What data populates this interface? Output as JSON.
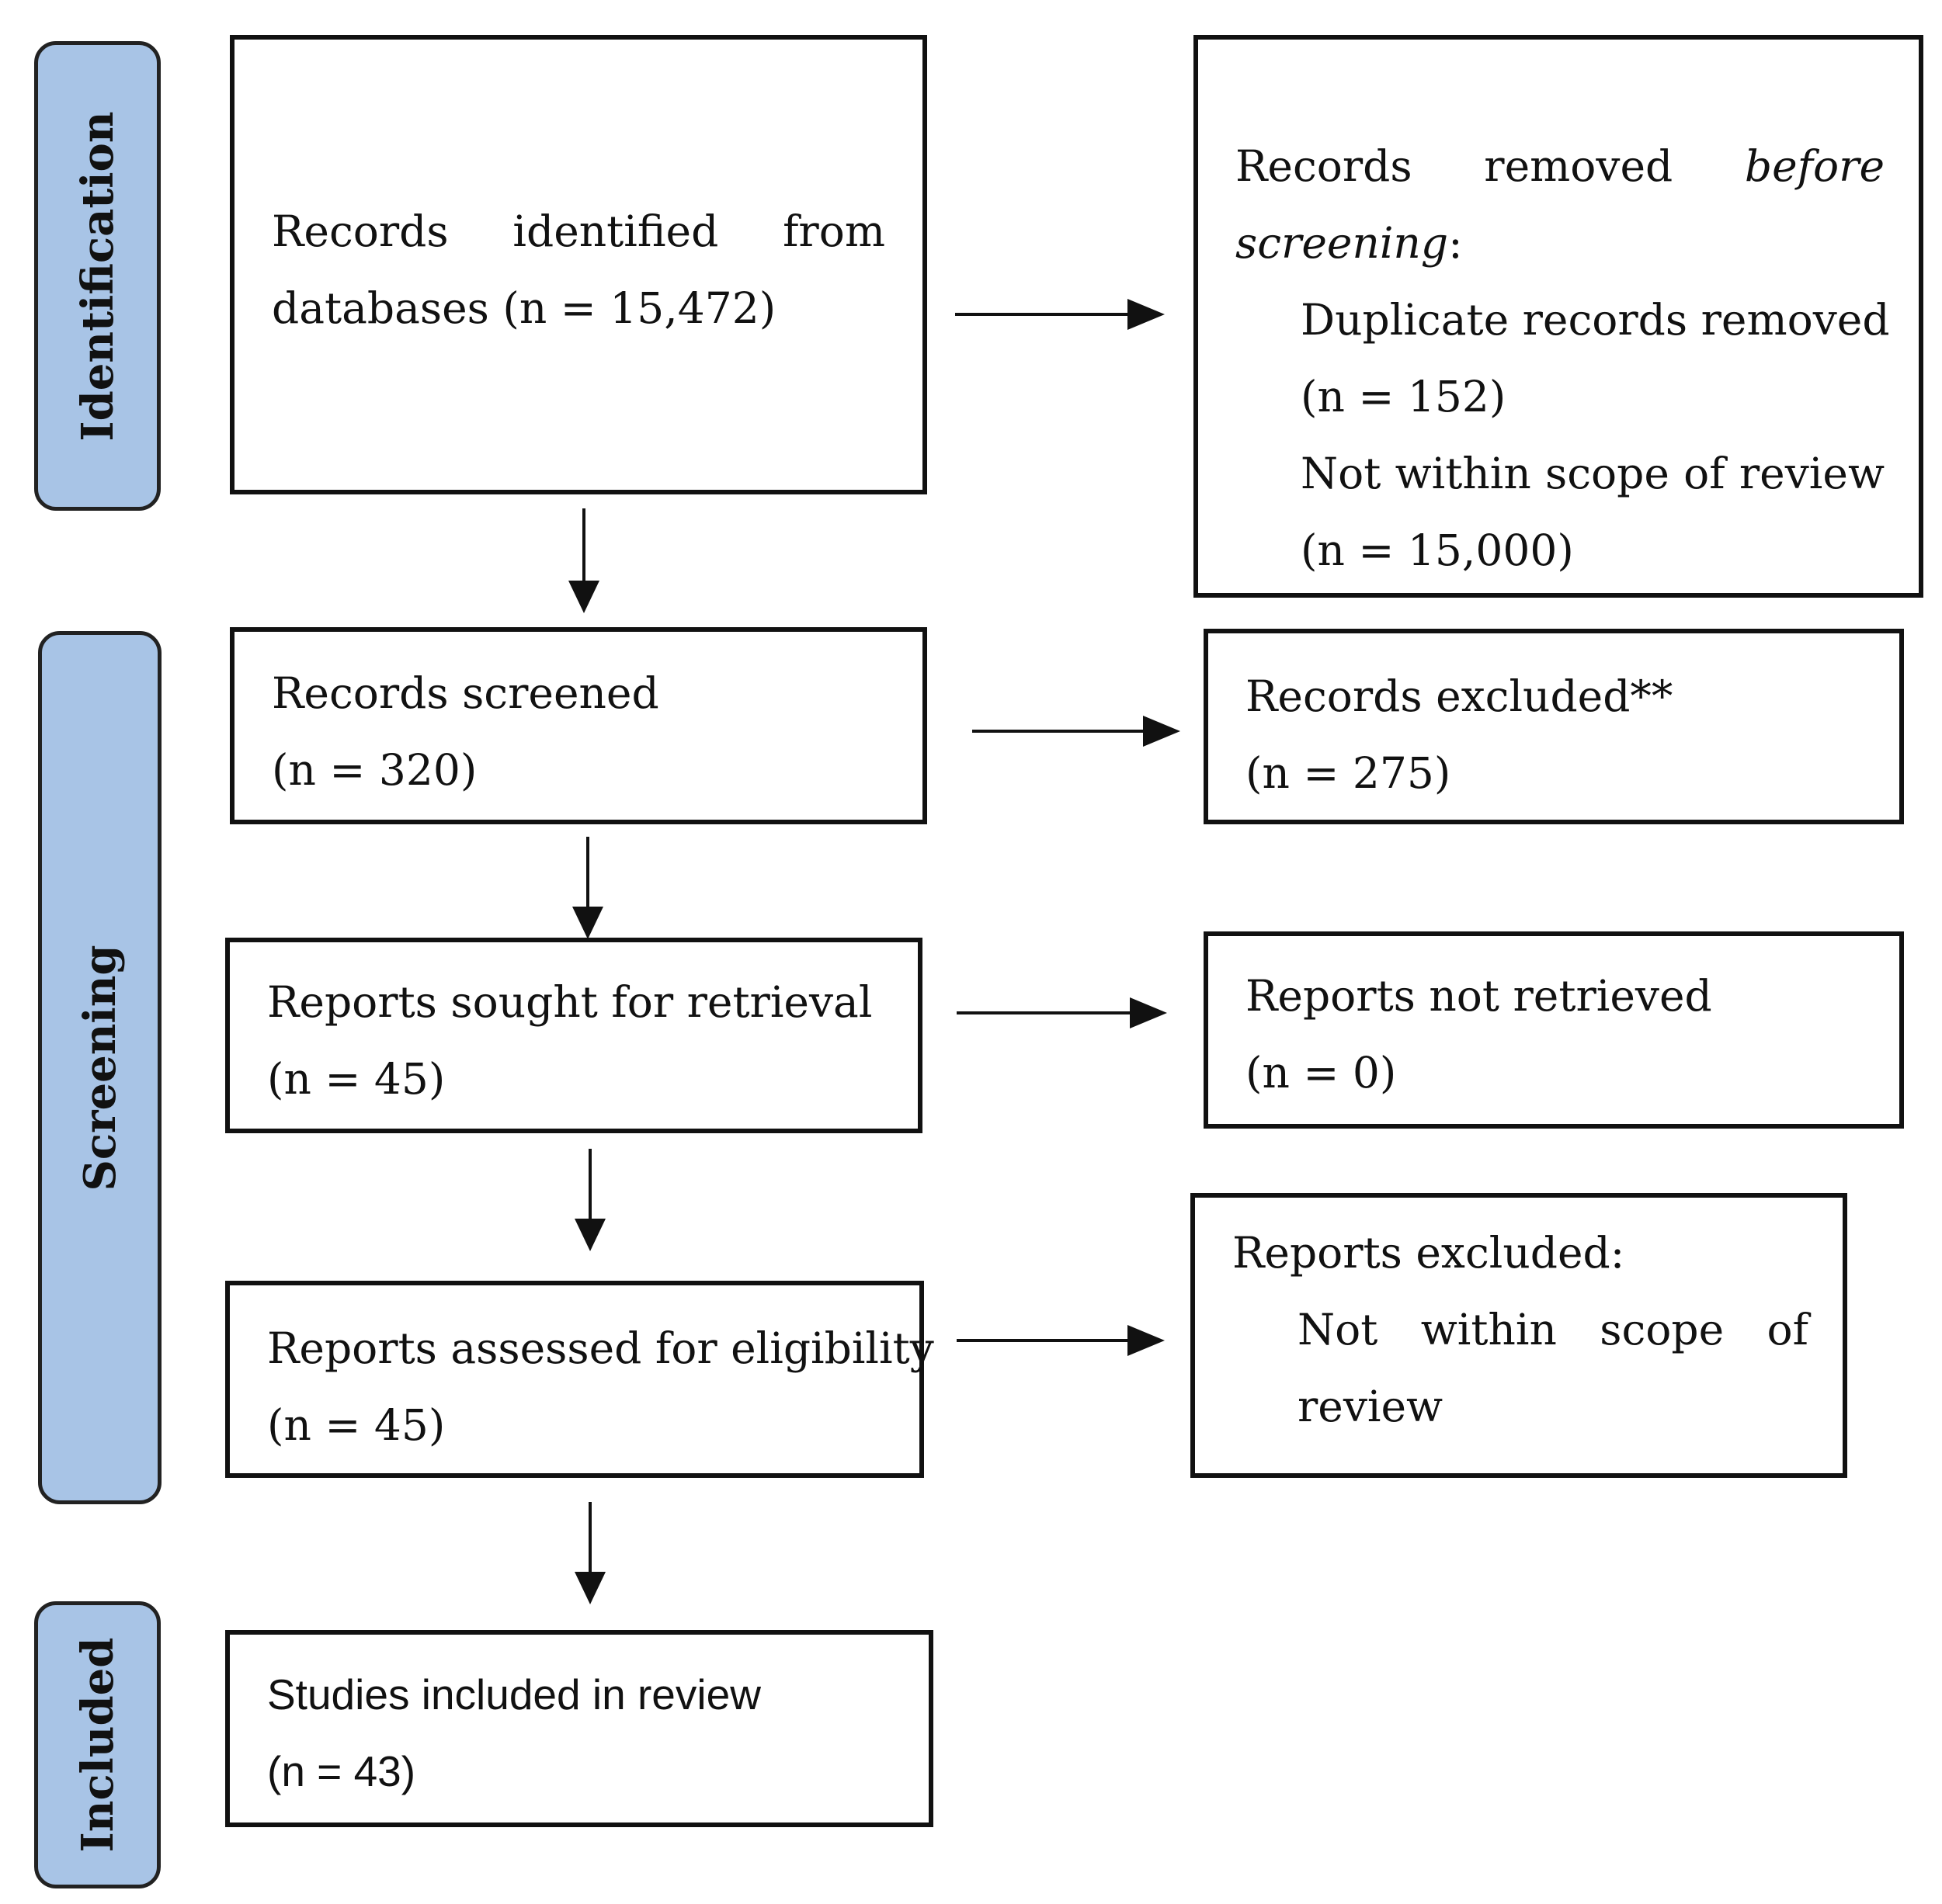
{
  "phases": {
    "identification": "Identification",
    "screening": "Screening",
    "included": "Included"
  },
  "boxes": {
    "identified": {
      "line1_words": [
        "Records",
        "identified",
        "from"
      ],
      "line2": "databases (n = 15,472)"
    },
    "removed_before": {
      "line1_words": [
        "Records",
        "removed",
        "before"
      ],
      "line2": "screening",
      "line2_suffix": ":",
      "duplicates_label": "Duplicate records removed",
      "duplicates_count": "(n = 152)",
      "scope_label_words": [
        "Not",
        "within",
        "scope",
        "of",
        "review"
      ],
      "scope_count": "(n = 15,000)"
    },
    "screened": {
      "label": "Records screened",
      "count": "(n = 320)"
    },
    "excluded": {
      "label": "Records excluded**",
      "count": "(n = 275)"
    },
    "sought": {
      "label": "Reports sought for retrieval",
      "count": "(n = 45)"
    },
    "not_retrieved": {
      "label": "Reports not retrieved",
      "count": "(n = 0)"
    },
    "assessed": {
      "label": "Reports assessed for eligibility",
      "count": "(n = 45)"
    },
    "reports_excluded": {
      "label": "Reports excluded:",
      "reason_words": [
        "Not",
        "within",
        "scope",
        "of"
      ],
      "reason_line2": "review"
    },
    "included_studies": {
      "label": "Studies included in review",
      "count": "(n = 43)"
    }
  }
}
